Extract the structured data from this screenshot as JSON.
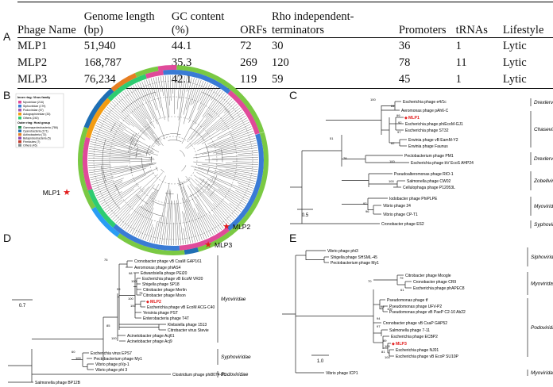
{
  "panels": {
    "a": "A",
    "b": "B",
    "c": "C",
    "d": "D",
    "e": "E"
  },
  "table": {
    "headers": [
      "Phage Name",
      "Genome length (bp)",
      "GC content (%)",
      "ORFs",
      "Rho independent-\nterminators",
      "Promoters",
      "tRNAs",
      "Lifestyle"
    ],
    "rows": [
      [
        "MLP1",
        "51,940",
        "44.1",
        "72",
        "30",
        "36",
        "1",
        "Lytic"
      ],
      [
        "MLP2",
        "168,787",
        "35.3",
        "269",
        "120",
        "78",
        "11",
        "Lytic"
      ],
      [
        "MLP3",
        "76,234",
        "42.1",
        "119",
        "59",
        "45",
        "1",
        "Lytic"
      ]
    ]
  },
  "circle": {
    "legend_inner_title": "Inner ring: Virus family",
    "legend_inner": [
      {
        "label": "Myoviridae (216)",
        "color": "#e04a9a"
      },
      {
        "label": "Siphoviridae (179)",
        "color": "#3a7bd5"
      },
      {
        "label": "Podoviridae (57)",
        "color": "#9b59b6"
      },
      {
        "label": "Autographiviridae (33)",
        "color": "#f39c12"
      },
      {
        "label": "Others (240)",
        "color": "#2ecc71"
      }
    ],
    "legend_outer_title": "Outer ring: Host group",
    "legend_outer": [
      {
        "label": "Gammaproteobacteria (786)",
        "color": "#2e8b57"
      },
      {
        "label": "Cyanobacteria (171)",
        "color": "#1f6fb4"
      },
      {
        "label": "Actinobacteria (73)",
        "color": "#e67e22"
      },
      {
        "label": "Betaproteobacteria (5)",
        "color": "#8e44ad"
      },
      {
        "label": "Firmicutes (7)",
        "color": "#c0392b"
      },
      {
        "label": "Others (45)",
        "color": "#7f8c8d"
      }
    ],
    "markers": [
      "MLP1",
      "MLP2",
      "MLP3"
    ]
  },
  "treeC": {
    "scale": "0.5",
    "leaves": [
      "Escherichia phage e4/1c",
      "Aeromonas phage pAh6-C",
      "MLP1",
      "Escherichia phage phiEcoM-GJ1",
      "Escherichia phage ST32",
      "Erwinia phage vB EamM-Y2",
      "Erwinia phage Faunus",
      "Pectobacterium phage PM1",
      "Escherichia phage bV EcoS AHP24",
      "Pseudoalteromonas phage RIO-1",
      "Salmonella phage CW02",
      "Cellulophaga phage P12053L",
      "Iodobacter phage PhiPLPE",
      "Vibrio phage 24",
      "Vibrio phage CP-T1",
      "Cronobacter phage ES2"
    ],
    "boot": [
      "100",
      "84",
      "99",
      "92",
      "97",
      "100",
      "62",
      "51",
      "78",
      "100",
      "92",
      "96",
      "100"
    ],
    "families": [
      "Drexlerviridae",
      "Chaseviridae",
      "Drexlerviridae",
      "Zobellviridae",
      "Myoviridae",
      "Syphoviridae"
    ]
  },
  "treeD": {
    "scale": "0.7",
    "leaves": [
      "Cronobacter phage vB CsaM GAP161",
      "Aeromonas phage phiAS4",
      "Edwardsiella phage PEi20",
      "Escherichia phage vB EcoM VR20",
      "Shigella phage SP18",
      "Citrobacter phage Merlin",
      "Citrobacter phage Moon",
      "MLP2",
      "Escherichia phage vB EcoM ACG-C40",
      "Yersinia phage PST",
      "Enterobacteria phage T4T",
      "Klebsiella phage 1513",
      "Citrobacter virus Stevie",
      "Acinetobacter phage Acj61",
      "Acinetobacter phage Acj9",
      "Escherichia virus EPS7",
      "Pectobacterium phage My1",
      "Vibrio phage pVp-1",
      "Vibrio phage phi 3",
      "Clostridium phage phi8074-B1",
      "Salmonella phage BP12B"
    ],
    "boot": [
      "75",
      "98",
      "100",
      "75",
      "100",
      "100",
      "99",
      "60",
      "100",
      "85",
      "100"
    ],
    "families": [
      "Myoviridae",
      "Syphoviridae",
      "Podoviridae"
    ]
  },
  "treeE": {
    "scale": "1.0",
    "leaves": [
      "Vibrio phage phi3",
      "Shigella phage SHSML-45",
      "Pectobacterium phage My1",
      "Citrobacter phage Moogle",
      "Cronobacter phage CR9",
      "Escherichia phage phAPEC8",
      "Pseudomonas phage tf",
      "Pseudomonas phage UFV-P2",
      "Pseudomonas phage vB PaeP C2-10 Ab22",
      "Cronobacter phage vB CsaP GAP52",
      "Salmonella phage 7-11",
      "Escherichia phage ECBP2",
      "MLP3",
      "Escherichia phage NJ01",
      "Escherichia phage vB EcoP SU10P",
      "Vibrio phage ICP1"
    ],
    "boot": [
      "79",
      "61",
      "70",
      "95",
      "94",
      "100",
      "97",
      "89",
      "100",
      "81",
      "100"
    ],
    "families": [
      "Siphoviridae",
      "Myoviridae",
      "Podoviridae",
      "Myoviridae"
    ]
  }
}
